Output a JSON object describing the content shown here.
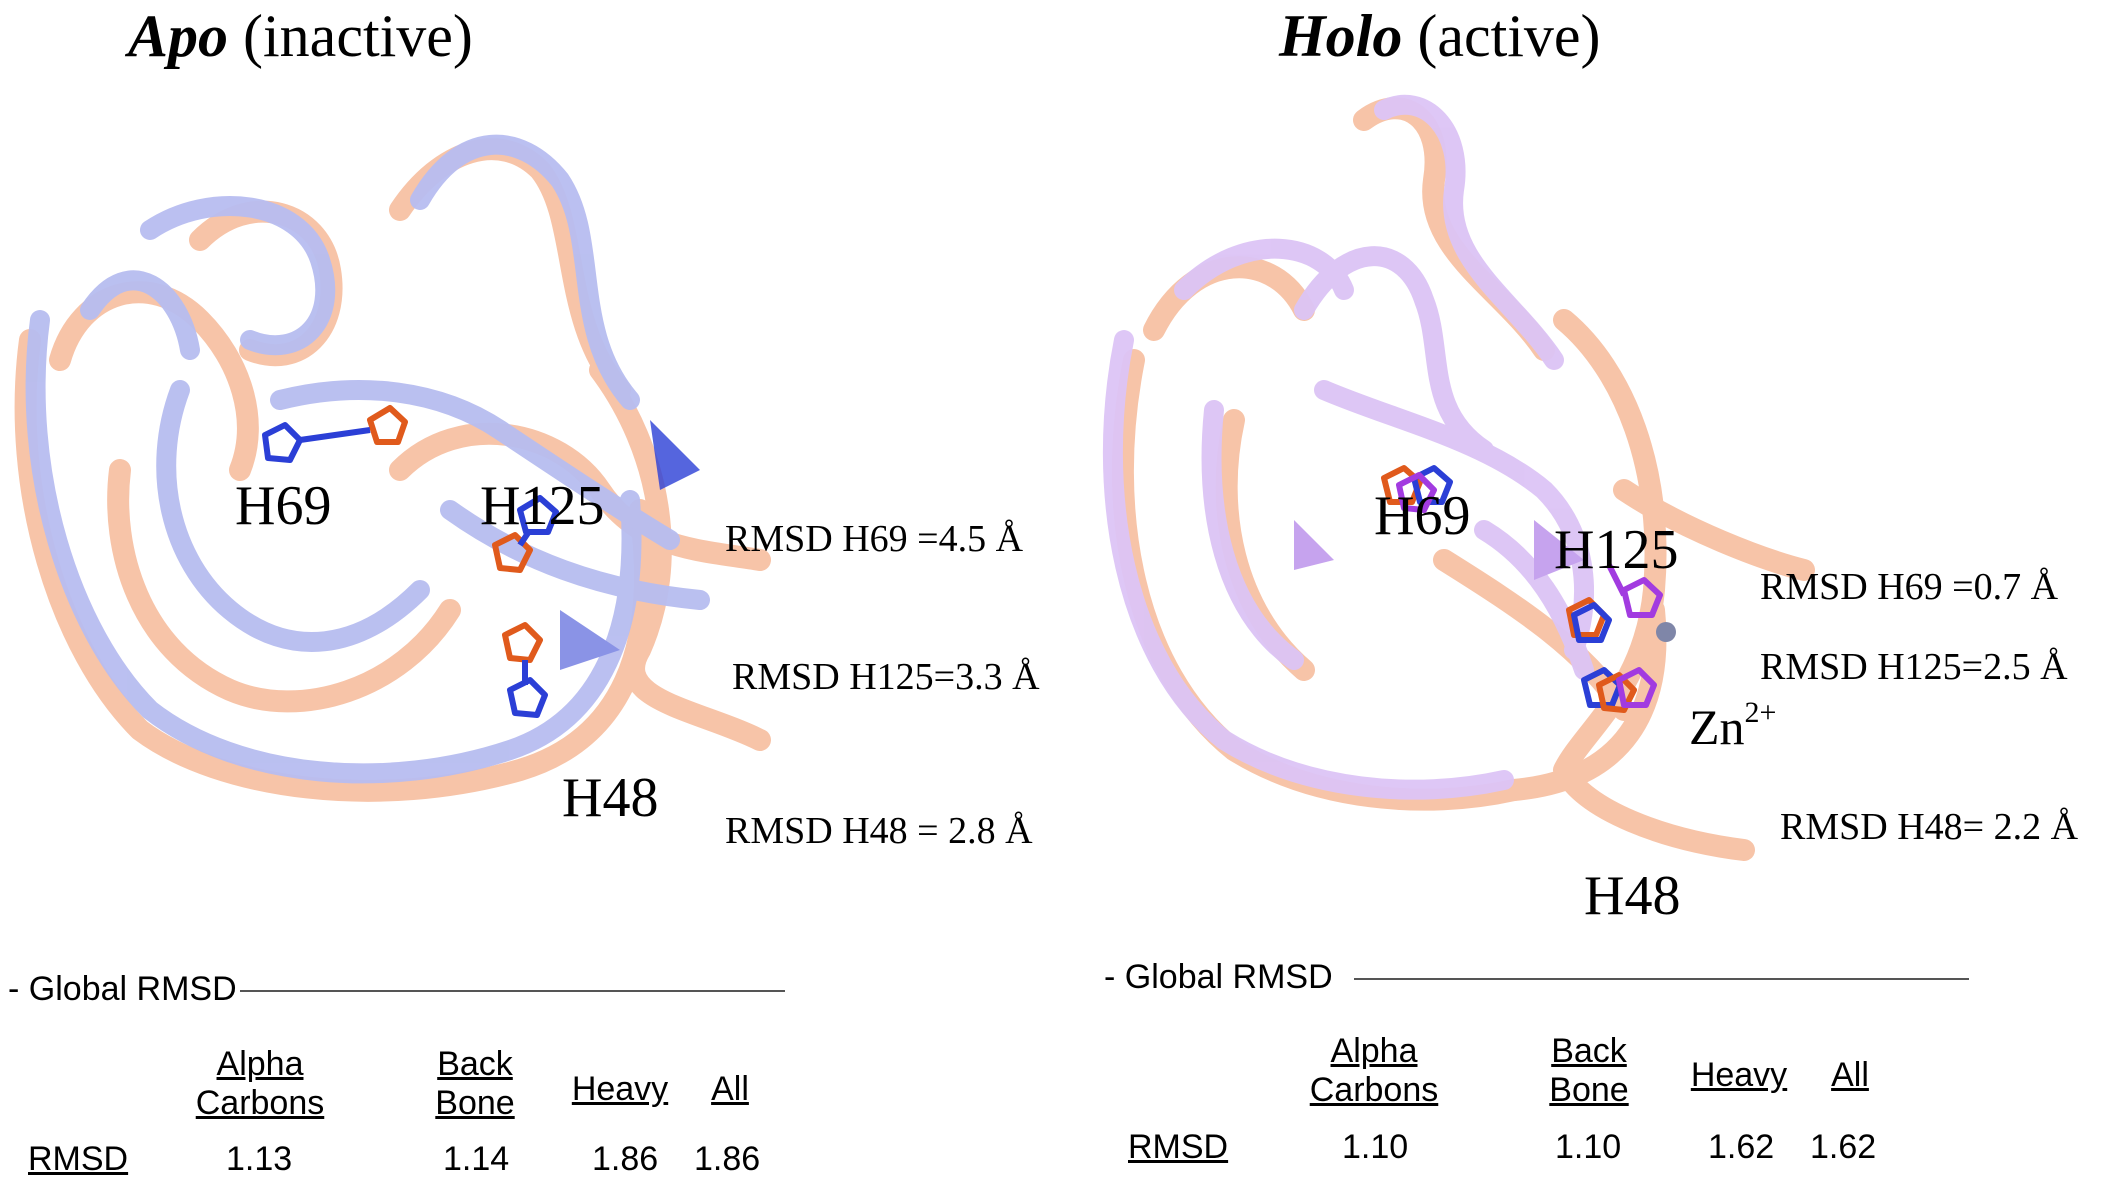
{
  "apo": {
    "title_bold": "Apo",
    "title_rest": " (inactive)",
    "labels": {
      "h69": "H69",
      "h125": "H125",
      "h48": "H48"
    },
    "notes": {
      "h69": "RMSD H69  =4.5 Å",
      "h125": "RMSD H125=3.3 Å",
      "h48": "RMSD H48 = 2.8 Å"
    },
    "table": {
      "heading": "Global RMSD",
      "col_alpha_1": "Alpha",
      "col_alpha_2": "Carbons",
      "col_back_1": "Back",
      "col_back_2": "Bone",
      "col_heavy": "Heavy",
      "col_all": "All",
      "row_label": "RMSD",
      "alpha": "1.13",
      "back": "1.14",
      "heavy": "1.86",
      "all": "1.86"
    },
    "colors": {
      "structure_a": "#f7c4a8",
      "structure_b": "#b7bdf0",
      "residue_a": "#e05a1c",
      "residue_b": "#2b3fd6"
    }
  },
  "holo": {
    "title_bold": "Holo",
    "title_rest": " (active)",
    "labels": {
      "h69": "H69",
      "h125": "H125",
      "h48": "H48",
      "zn": "Zn",
      "zn_charge": "2+"
    },
    "notes": {
      "h69": "RMSD H69 =0.7 Å",
      "h125": "RMSD H125=2.5 Å",
      "h48": "RMSD H48= 2.2 Å"
    },
    "table": {
      "heading": "Global RMSD",
      "col_alpha_1": "Alpha",
      "col_alpha_2": "Carbons",
      "col_back_1": "Back",
      "col_back_2": "Bone",
      "col_heavy": "Heavy",
      "col_all": "All",
      "row_label": "RMSD",
      "alpha": "1.10",
      "back": "1.10",
      "heavy": "1.62",
      "all": "1.62"
    },
    "colors": {
      "structure_a": "#f7c4a8",
      "structure_b": "#dcc4f5",
      "residue_a": "#e05a1c",
      "residue_b": "#2b3fd6",
      "residue_c": "#a23be0",
      "zinc": "#7f86a8"
    }
  }
}
